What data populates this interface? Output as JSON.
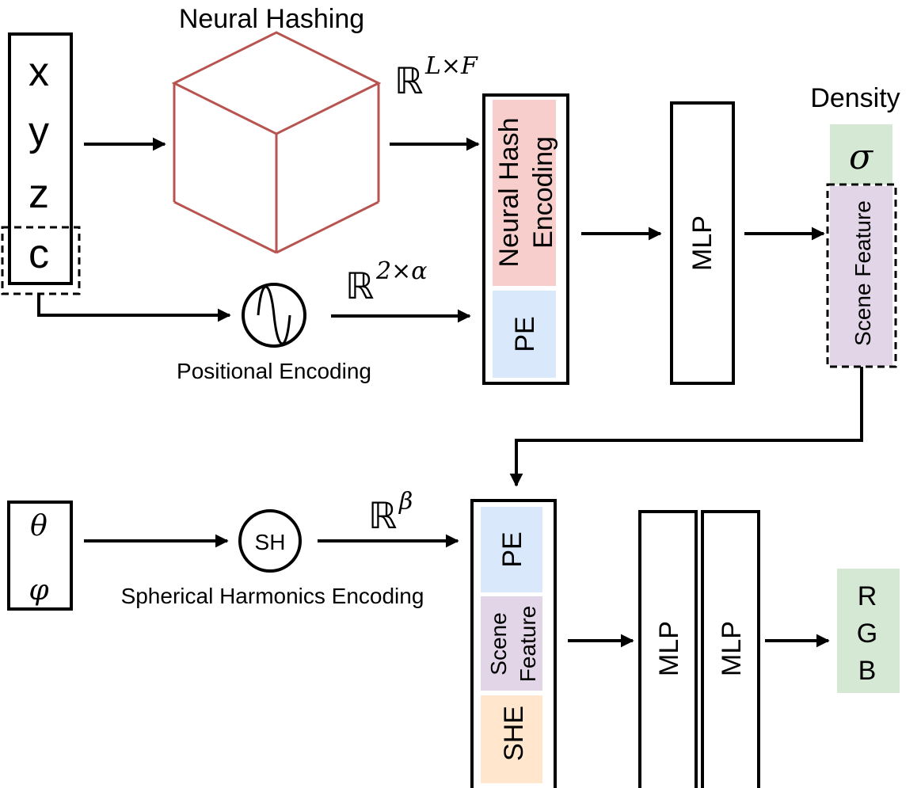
{
  "title": "Neural Hashing",
  "inputs": {
    "x": "x",
    "y": "y",
    "z": "z",
    "c": "c",
    "theta": "θ",
    "phi": "φ"
  },
  "dims": {
    "hash": {
      "set": "ℝ",
      "exp": "L×F"
    },
    "pe": {
      "set": "ℝ",
      "exp": "2×α"
    },
    "sh": {
      "set": "ℝ",
      "exp": "β"
    }
  },
  "labels": {
    "positional_encoding": "Positional Encoding",
    "sh_node": "SH",
    "spherical_harmonics": "Spherical Harmonics Encoding",
    "density": "Density",
    "sigma": "σ"
  },
  "block1": {
    "neural_hash_line1": "Neural Hash",
    "neural_hash_line2": "Encoding",
    "pe": "PE"
  },
  "mlp1": "MLP",
  "scene_feature": "Scene Feature",
  "block2": {
    "pe": "PE",
    "scene_line1": "Scene",
    "scene_line2": "Feature",
    "she": "SHE"
  },
  "mlp2": "MLP",
  "mlp3": "MLP",
  "rgb": {
    "r": "R",
    "g": "G",
    "b": "B"
  },
  "colors": {
    "cube": "#b85450",
    "hash": "#f8cecc",
    "pe": "#dae8fc",
    "scene": "#e1d5e7",
    "she": "#ffe6cc",
    "out": "#d5e8d4"
  }
}
